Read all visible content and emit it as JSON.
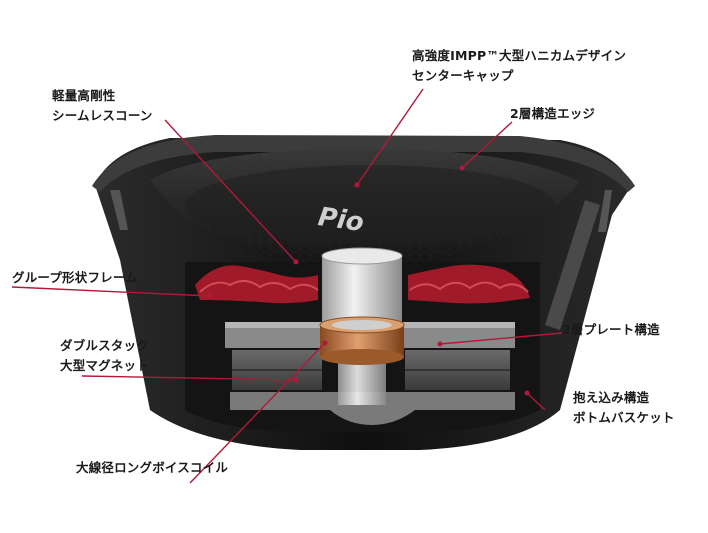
{
  "labels": {
    "center_cap": [
      "高強度IMPP™大型ハニカムデザイン",
      "センターキャップ"
    ],
    "cone": [
      "軽量高剛性",
      "シームレスコーン"
    ],
    "edge": "2層構造エッジ",
    "frame": "グループ形状フレーム",
    "plate": "2層プレート構造",
    "magnet": [
      "ダブルスタック",
      "大型マグネット"
    ],
    "basket": [
      "抱え込み構造",
      "ボトムバスケット"
    ],
    "coil": "大線径ロングボイスコイル"
  },
  "product": {
    "brand_mark": "Pio"
  },
  "colors": {
    "leader": "#b0193a",
    "surround": "#a11a2a",
    "copper": "#c57a3c"
  }
}
